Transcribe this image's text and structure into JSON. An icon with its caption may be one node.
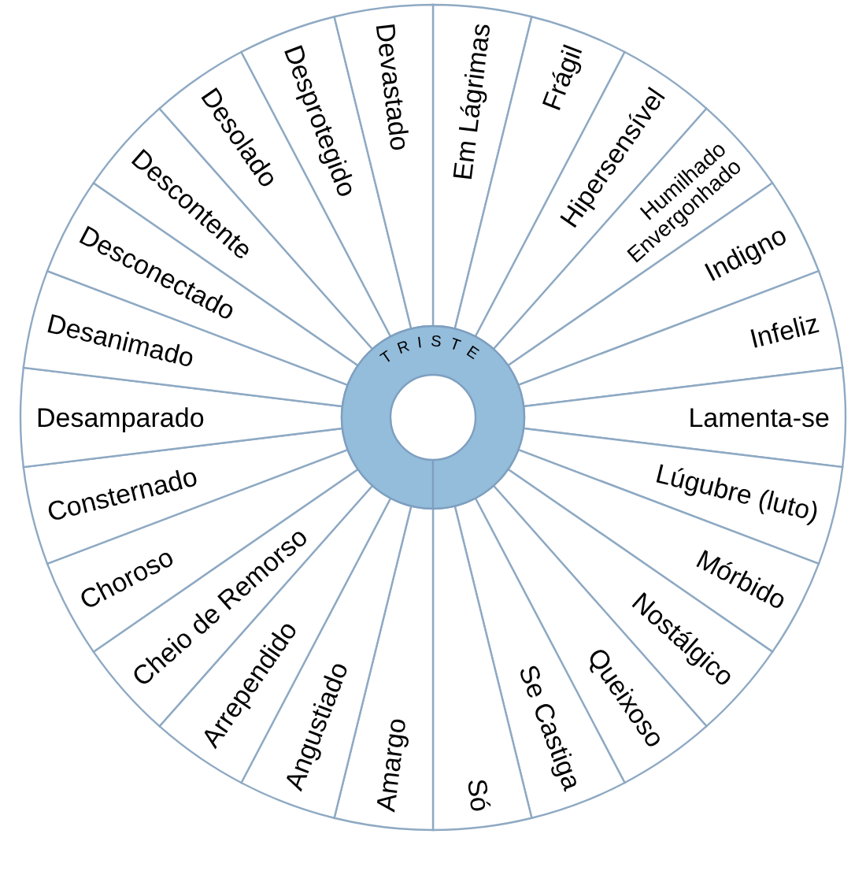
{
  "diagram": {
    "nodes": [
      {
        "text": [
          "TRISTE"
        ]
      },
      {
        "text": [
          "Em Lágrimas"
        ]
      },
      {
        "text": [
          "Frágil"
        ]
      },
      {
        "text": [
          "Hipersensível"
        ]
      },
      {
        "text": [
          "Humilhado Envergonhado"
        ]
      },
      {
        "text": [
          "Indigno"
        ]
      },
      {
        "text": [
          "Infeliz"
        ]
      },
      {
        "text": [
          "Lamenta-se"
        ]
      },
      {
        "text": [
          "Lúgubre (luto)"
        ]
      },
      {
        "text": [
          "Mórbido"
        ]
      },
      {
        "text": [
          "Nostálgico"
        ]
      },
      {
        "text": [
          "Queixoso"
        ]
      },
      {
        "text": [
          "Se Castiga"
        ]
      },
      {
        "text": [
          "Só"
        ]
      },
      {
        "text": [
          "Amargo"
        ]
      },
      {
        "text": [
          "Angustiado"
        ]
      },
      {
        "text": [
          "Arrependido"
        ]
      },
      {
        "text": [
          "Cheio de Remorso"
        ]
      },
      {
        "text": [
          "Choroso"
        ]
      },
      {
        "text": [
          "Consternado"
        ]
      },
      {
        "text": [
          "Desamparado"
        ]
      },
      {
        "text": [
          "Desanimado"
        ]
      },
      {
        "text": [
          "Desconectado"
        ]
      },
      {
        "text": [
          "Descontente"
        ]
      },
      {
        "text": [
          "Desolado"
        ]
      },
      {
        "text": [
          "Desprotegido"
        ]
      },
      {
        "text": [
          "Devastado"
        ]
      }
    ],
    "edges": []
  }
}
